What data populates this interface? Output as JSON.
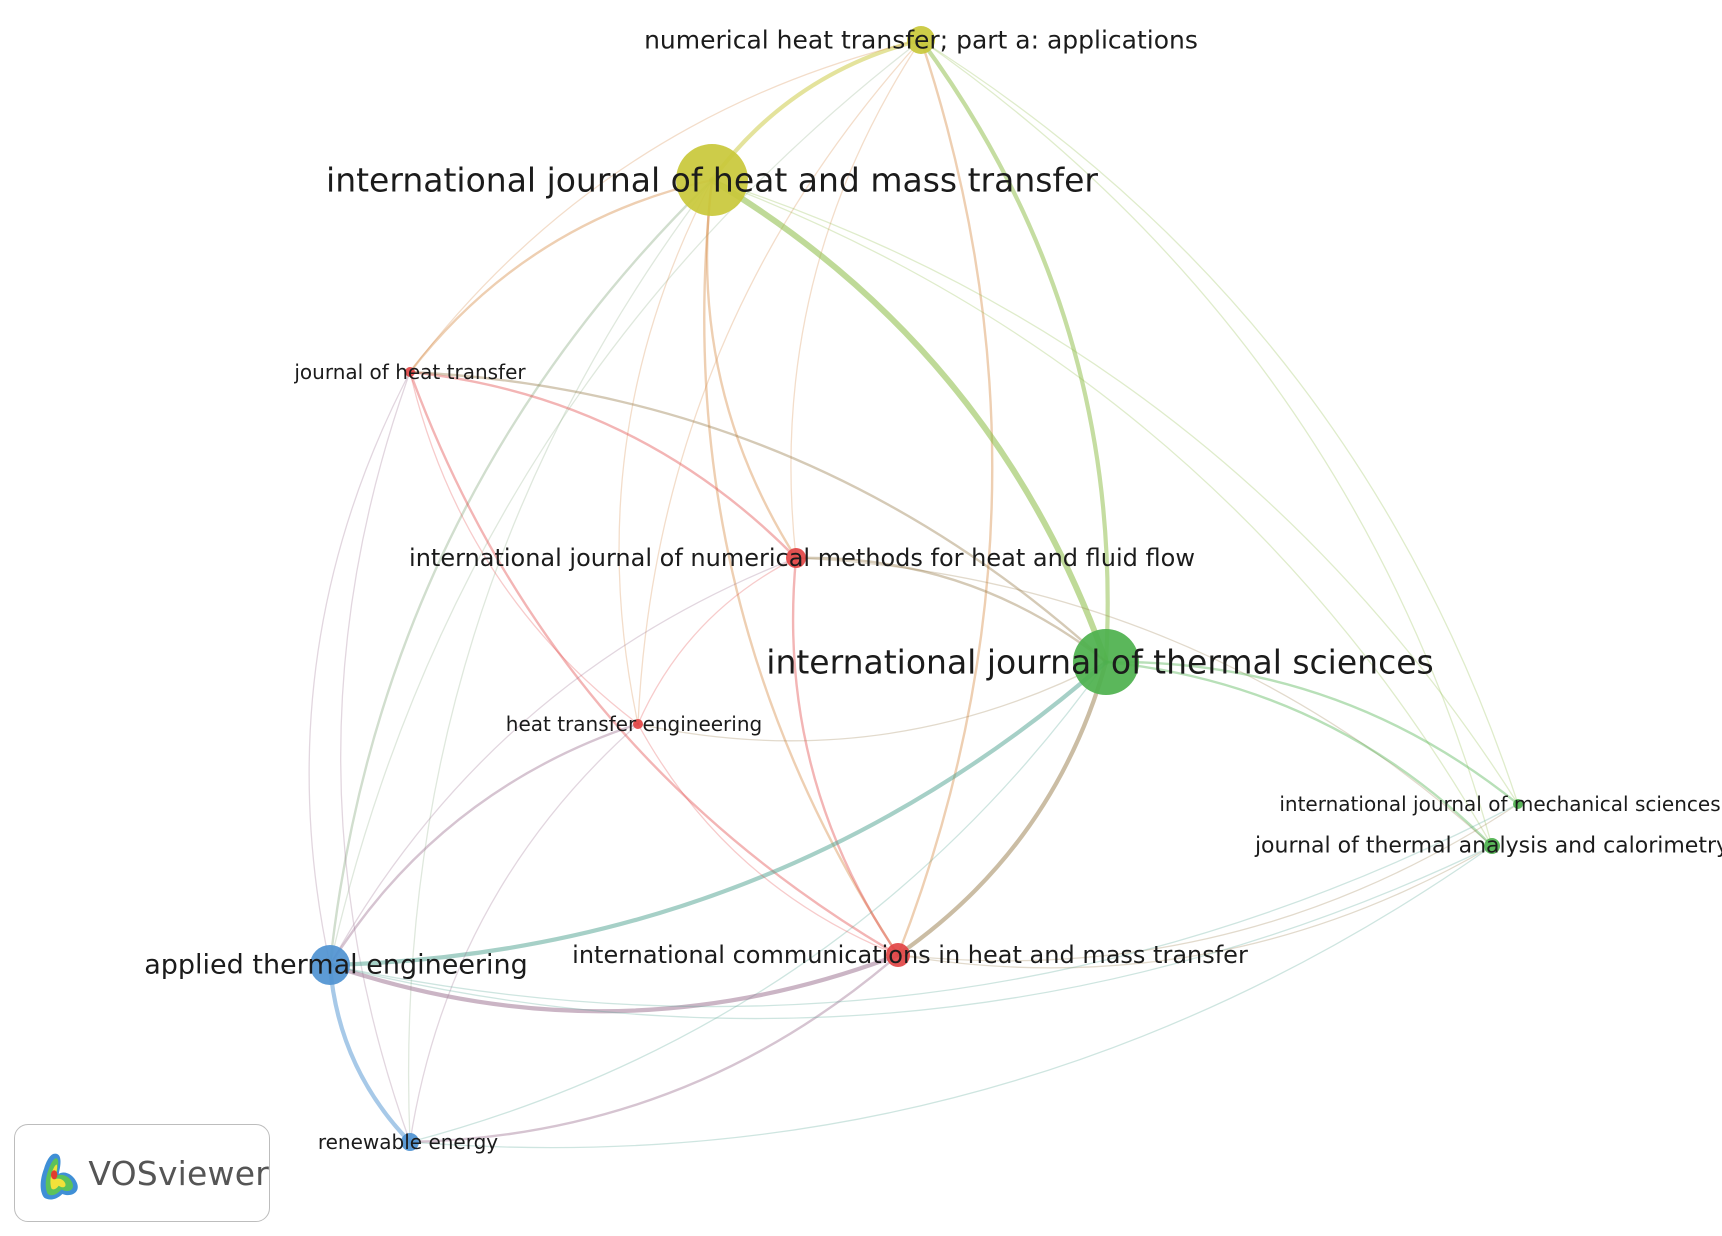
{
  "network": {
    "nodes": [
      {
        "id": "nhtpa",
        "label": "numerical heat transfer; part a: applications",
        "cluster": "yellow",
        "weight": 2
      },
      {
        "id": "ijhmt",
        "label": "international journal of heat and mass transfer",
        "cluster": "yellow",
        "weight": 4
      },
      {
        "id": "jht",
        "label": "journal of heat transfer",
        "cluster": "red",
        "weight": 1
      },
      {
        "id": "ijnmhff",
        "label": "international journal of numerical methods for heat and fluid flow",
        "cluster": "red",
        "weight": 2
      },
      {
        "id": "ijts",
        "label": "international journal of thermal sciences",
        "cluster": "green",
        "weight": 4
      },
      {
        "id": "hte",
        "label": "heat transfer engineering",
        "cluster": "red",
        "weight": 1
      },
      {
        "id": "ijms",
        "label": "international journal of mechanical sciences",
        "cluster": "green",
        "weight": 1
      },
      {
        "id": "jtac",
        "label": "journal of thermal analysis and calorimetry",
        "cluster": "green",
        "weight": 1
      },
      {
        "id": "ate",
        "label": "applied thermal engineering",
        "cluster": "blue",
        "weight": 3
      },
      {
        "id": "ichmt",
        "label": "international communications in heat and mass transfer",
        "cluster": "red",
        "weight": 2
      },
      {
        "id": "re",
        "label": "renewable energy",
        "cluster": "blue",
        "weight": 1
      }
    ],
    "links": [
      [
        "nhtpa",
        "ijhmt",
        3
      ],
      [
        "nhtpa",
        "ijts",
        3
      ],
      [
        "nhtpa",
        "jht",
        1
      ],
      [
        "nhtpa",
        "ijnmhff",
        1
      ],
      [
        "nhtpa",
        "hte",
        1
      ],
      [
        "nhtpa",
        "ichmt",
        2
      ],
      [
        "nhtpa",
        "ate",
        1
      ],
      [
        "nhtpa",
        "ijms",
        1
      ],
      [
        "nhtpa",
        "jtac",
        1
      ],
      [
        "ijhmt",
        "ijts",
        4
      ],
      [
        "ijhmt",
        "jht",
        2
      ],
      [
        "ijhmt",
        "ijnmhff",
        2
      ],
      [
        "ijhmt",
        "hte",
        1
      ],
      [
        "ijhmt",
        "ichmt",
        2
      ],
      [
        "ijhmt",
        "ate",
        2
      ],
      [
        "ijhmt",
        "ijms",
        1
      ],
      [
        "ijhmt",
        "jtac",
        1
      ],
      [
        "ijhmt",
        "re",
        1
      ],
      [
        "jht",
        "ijnmhff",
        2
      ],
      [
        "jht",
        "ijts",
        2
      ],
      [
        "jht",
        "hte",
        1
      ],
      [
        "jht",
        "ichmt",
        2
      ],
      [
        "jht",
        "ate",
        1
      ],
      [
        "jht",
        "re",
        1
      ],
      [
        "ijnmhff",
        "ijts",
        2
      ],
      [
        "ijnmhff",
        "hte",
        1
      ],
      [
        "ijnmhff",
        "ichmt",
        2
      ],
      [
        "ijnmhff",
        "ate",
        1
      ],
      [
        "ijnmhff",
        "jtac",
        1
      ],
      [
        "ijts",
        "ichmt",
        3
      ],
      [
        "ijts",
        "ate",
        3
      ],
      [
        "ijts",
        "ijms",
        2
      ],
      [
        "ijts",
        "jtac",
        2
      ],
      [
        "ijts",
        "hte",
        1
      ],
      [
        "ijts",
        "re",
        1
      ],
      [
        "hte",
        "ichmt",
        1
      ],
      [
        "hte",
        "ate",
        2
      ],
      [
        "hte",
        "re",
        1
      ],
      [
        "ichmt",
        "ate",
        3
      ],
      [
        "ichmt",
        "re",
        2
      ],
      [
        "ichmt",
        "jtac",
        1
      ],
      [
        "ichmt",
        "ijms",
        1
      ],
      [
        "ate",
        "re",
        3
      ],
      [
        "ate",
        "jtac",
        1
      ],
      [
        "ate",
        "ijms",
        1
      ],
      [
        "re",
        "jtac",
        1
      ]
    ]
  },
  "colors": {
    "yellow": "#c9c83a",
    "green": "#4db14d",
    "red": "#e24545",
    "blue": "#4f93d1"
  },
  "logo": {
    "text": "VOSviewer",
    "icon": "vosviewer-logo-icon"
  }
}
